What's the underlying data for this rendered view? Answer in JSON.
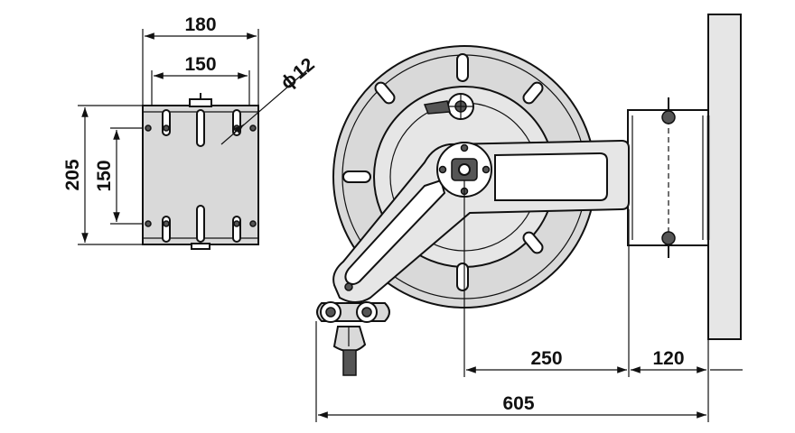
{
  "dimensions": {
    "bracket_width_outer": "180",
    "bracket_width_inner": "150",
    "hole_diameter": "12",
    "bracket_height_outer": "205",
    "bracket_height_inner": "150",
    "reel_to_wall_arm": "250",
    "wall_offset": "120",
    "total_depth": "605"
  },
  "symbols": {
    "diameter": "ϕ"
  },
  "colors": {
    "line": "#111111",
    "fill_light": "#d9d9d9",
    "fill_lighter": "#e6e6e6",
    "background": "#ffffff"
  }
}
